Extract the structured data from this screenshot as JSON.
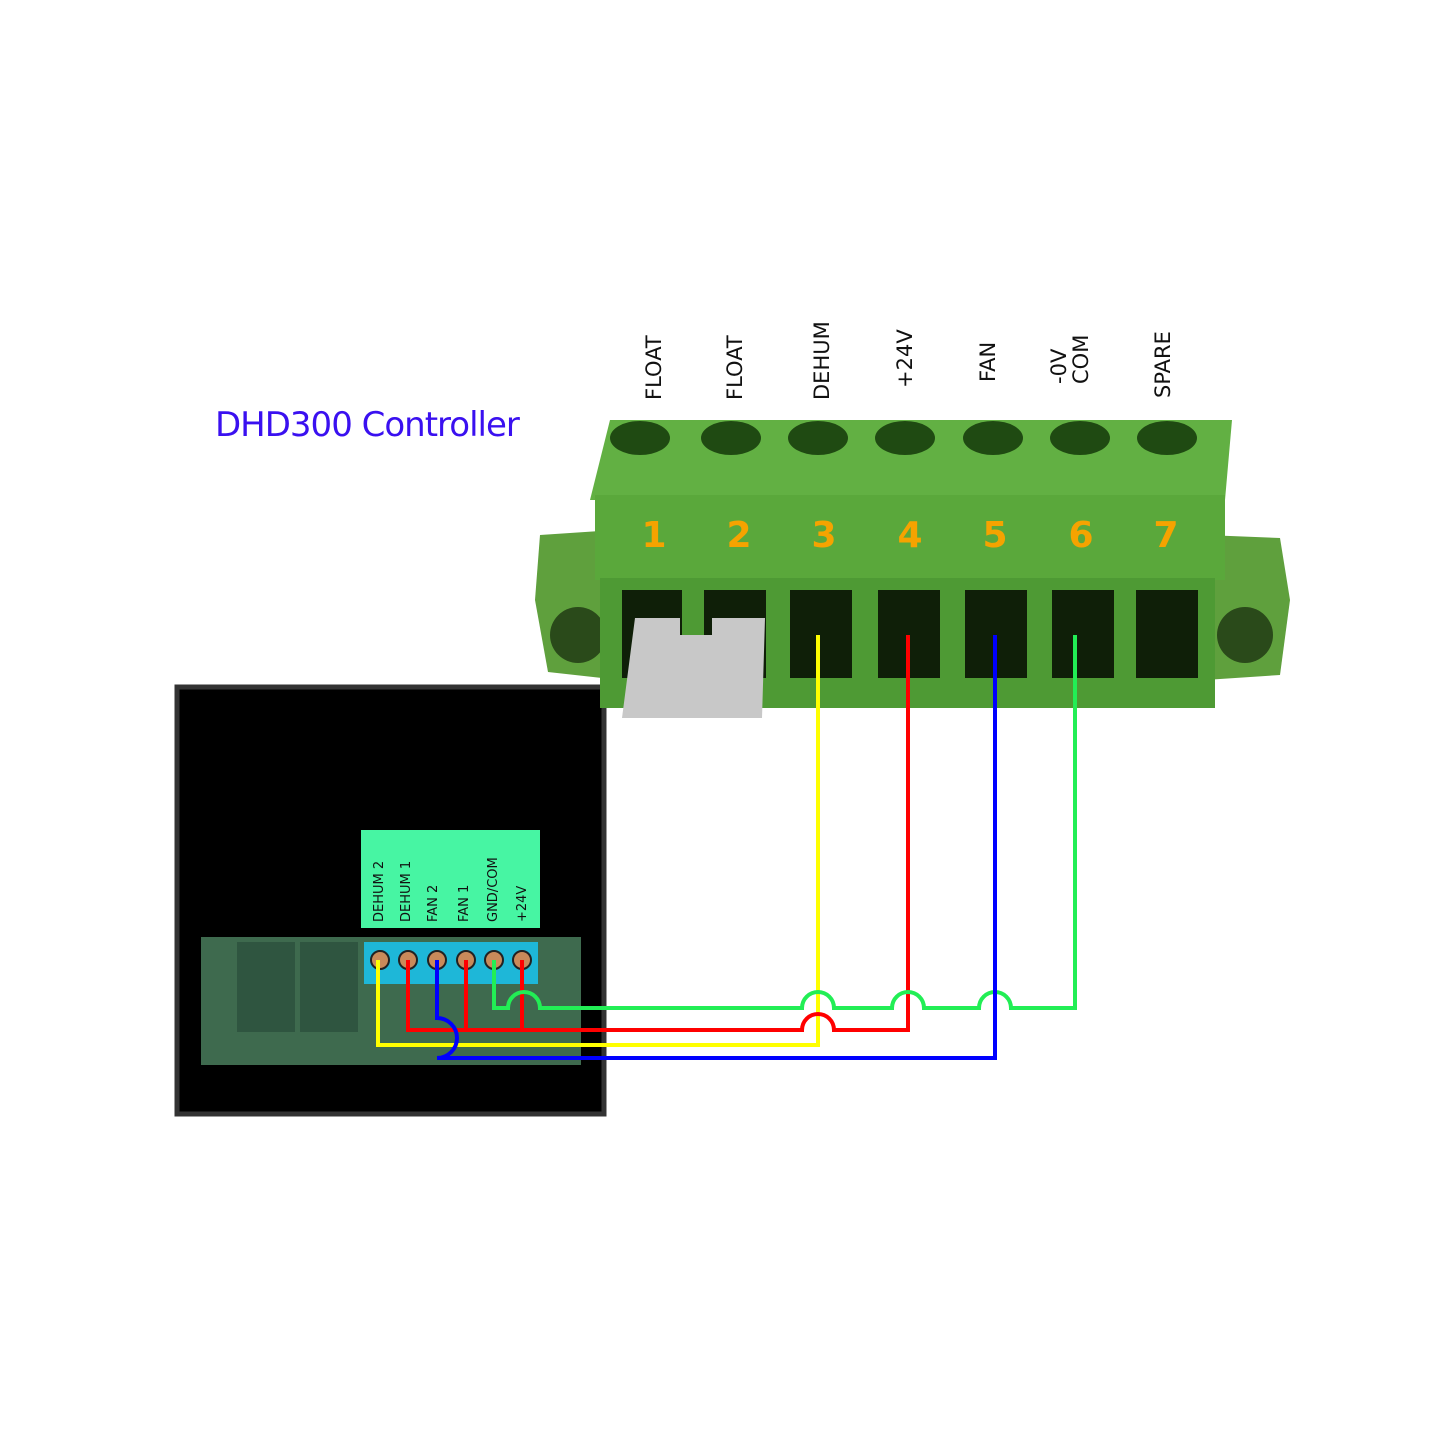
{
  "title": "DHD300 Controller",
  "connector": {
    "pins": [
      {
        "number": "1",
        "label": "FLOAT"
      },
      {
        "number": "2",
        "label": "FLOAT"
      },
      {
        "number": "3",
        "label": "DEHUM"
      },
      {
        "number": "4",
        "label": "+24V"
      },
      {
        "number": "5",
        "label": "FAN"
      },
      {
        "number": "6",
        "label": "-0V\nCOM"
      },
      {
        "number": "7",
        "label": "SPARE"
      }
    ]
  },
  "board": {
    "terminals": [
      "DEHUM 2",
      "DEHUM 1",
      "FAN 2",
      "FAN 1",
      "GND/COM",
      "+24V"
    ]
  },
  "wire_colors": {
    "yellow": "#ffff00",
    "red": "#ff0000",
    "blue": "#0000ff",
    "green": "#22ee55"
  }
}
